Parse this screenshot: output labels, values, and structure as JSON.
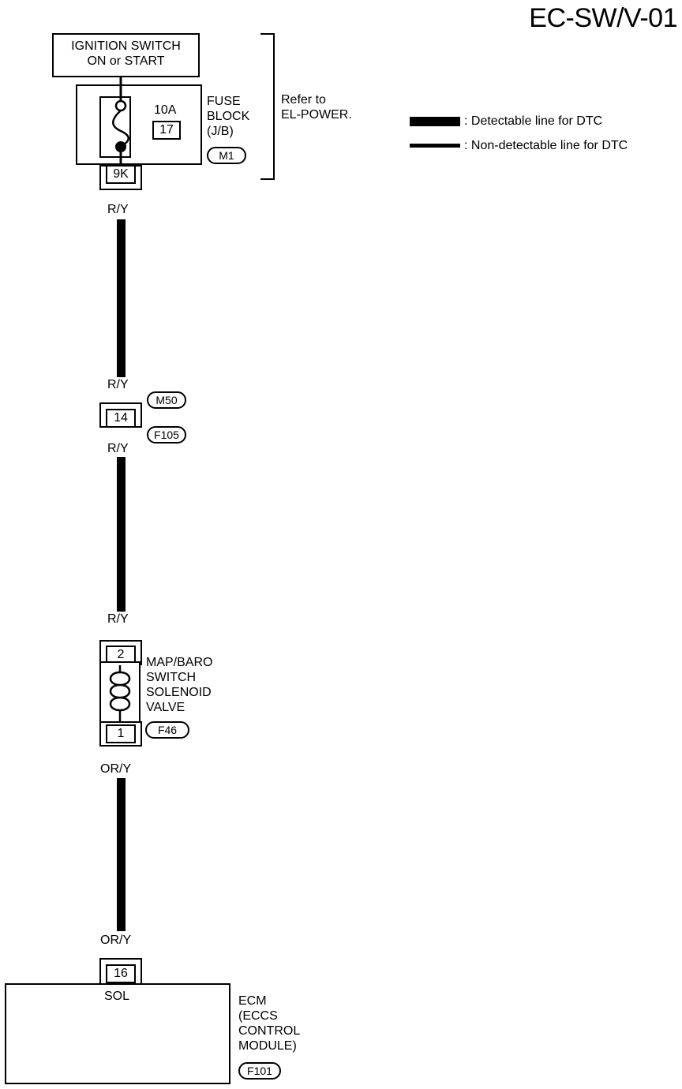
{
  "page_code": "EC-SW/V-01",
  "ignition_switch": {
    "label": "IGNITION SWITCH\nON or START"
  },
  "fuse_block": {
    "label": "FUSE\nBLOCK\n(J/B)",
    "amperage": "10A",
    "fuse_number": "17",
    "connector_id": "M1",
    "terminal": "9K"
  },
  "refer_note": "Refer to\nEL-POWER.",
  "legend": {
    "detectable": ": Detectable line for DTC",
    "non_detectable": ": Non-detectable line for DTC"
  },
  "wires": {
    "seg1_top": "R/Y",
    "seg1_bottom": "R/Y",
    "seg2_top": "R/Y",
    "seg2_bottom": "R/Y",
    "seg3_top": "OR/Y",
    "seg3_bottom": "OR/Y"
  },
  "inline_connector": {
    "terminal": "14",
    "upper_id": "M50",
    "lower_id": "F105"
  },
  "solenoid": {
    "label": "MAP/BARO\nSWITCH\nSOLENOID\nVALVE",
    "terminal_top": "2",
    "terminal_bottom": "1",
    "connector_id": "F46"
  },
  "ecm": {
    "label": "ECM\n(ECCS\nCONTROL\nMODULE)",
    "terminal": "16",
    "pin_name": "SOL",
    "connector_id": "F101"
  },
  "colors": {
    "ink": "#000000",
    "paper": "#ffffff"
  }
}
